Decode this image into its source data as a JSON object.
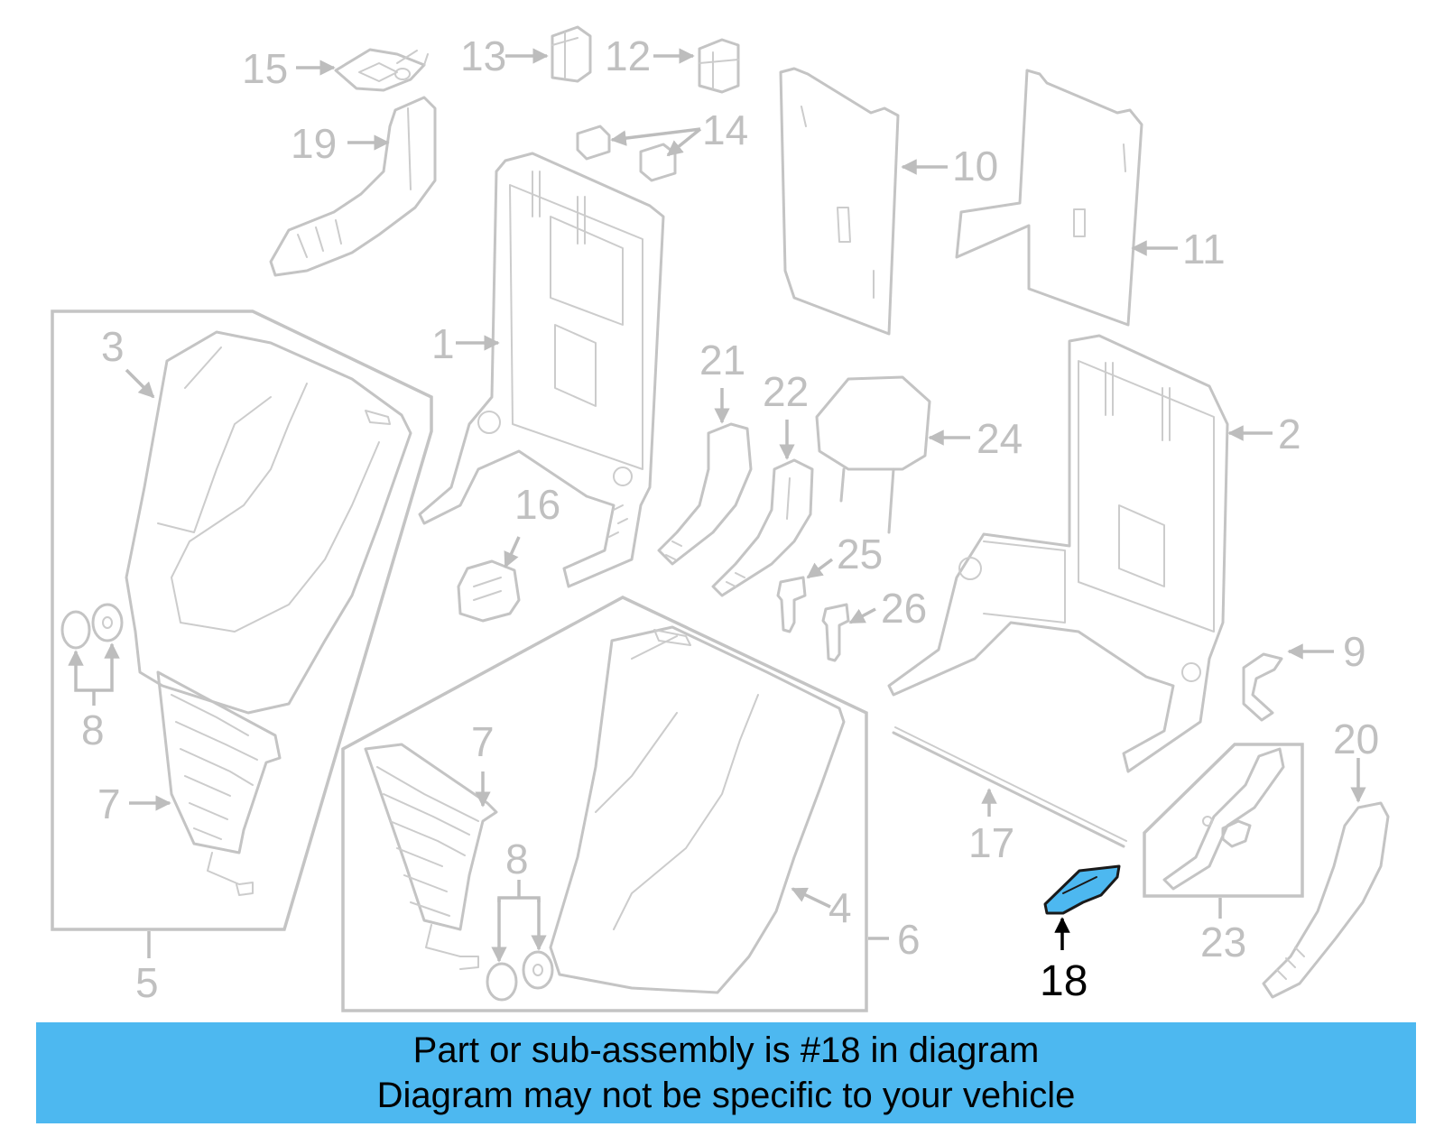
{
  "callouts": {
    "c1": "1",
    "c2": "2",
    "c3": "3",
    "c4": "4",
    "c5": "5",
    "c6": "6",
    "c7a": "7",
    "c7b": "7",
    "c8a": "8",
    "c8b": "8",
    "c9": "9",
    "c10": "10",
    "c11": "11",
    "c12": "12",
    "c13": "13",
    "c14": "14",
    "c15": "15",
    "c16": "16",
    "c17": "17",
    "c18": "18",
    "c19": "19",
    "c20": "20",
    "c21": "21",
    "c22": "22",
    "c23": "23",
    "c24": "24",
    "c25": "25",
    "c26": "26"
  },
  "highlighted_part": "18",
  "colors": {
    "highlight": "#4db8f0",
    "banner": "#4db8f0",
    "inactive": "#c0c0c0",
    "active": "#000000"
  },
  "banner": {
    "line1": "Part or sub-assembly is #18 in diagram",
    "line2": "Diagram may not be specific to your vehicle"
  }
}
